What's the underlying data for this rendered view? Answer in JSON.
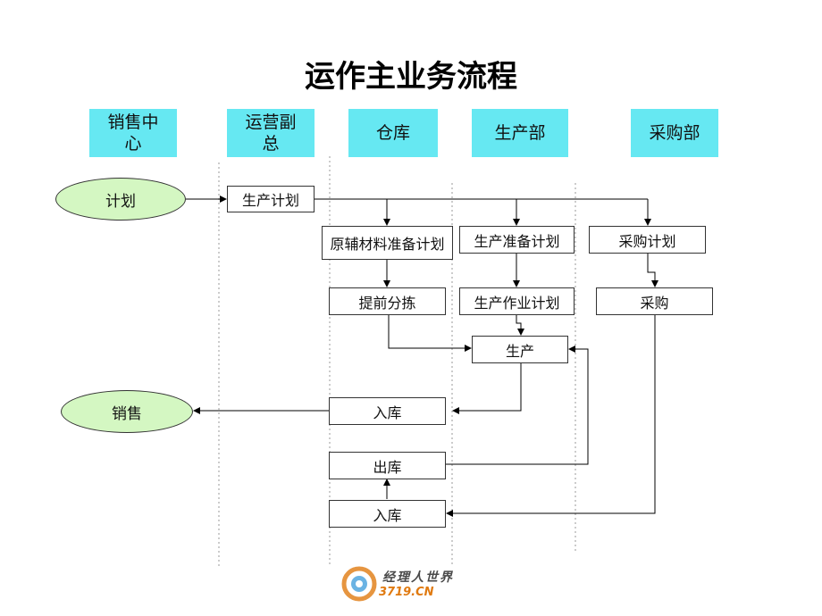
{
  "title": "运作主业务流程",
  "lanes": [
    "销售中心",
    "运营副总",
    "仓库",
    "生产部",
    "采购部"
  ],
  "lane_labels_wrapped": [
    [
      "销售中",
      "心"
    ],
    [
      "运营副",
      "总"
    ],
    [
      "仓库"
    ],
    [
      "生产部"
    ],
    [
      "采购部"
    ]
  ],
  "ovals": {
    "plan": "计划",
    "sales": "销售"
  },
  "boxes": {
    "production_plan": "生产计划",
    "material_prep_plan": "原辅材料准备计划",
    "production_prep_plan": "生产准备计划",
    "purchase_plan": "采购计划",
    "pre_sorting": "提前分拣",
    "production_work_plan": "生产作业计划",
    "purchase": "采购",
    "production": "生产",
    "warehouse_in_1": "入库",
    "warehouse_out": "出库",
    "warehouse_in_2": "入库"
  },
  "logo": {
    "text_cn": "经理人世界",
    "text_en": "3719.CN"
  },
  "colors": {
    "header_bg": "#66e8f2",
    "oval_bg": "#d4f7c2",
    "logo_orange": "#e07a10"
  }
}
